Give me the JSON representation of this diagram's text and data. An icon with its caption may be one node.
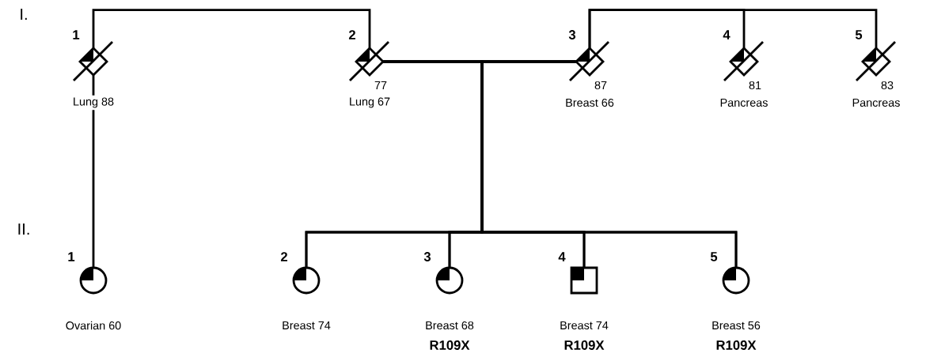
{
  "diagram": {
    "nodes": [
      {
        "text": [],
        "shape": "diamond",
        "beside": [
          "1",
          "Lung  88"
        ]
      },
      {
        "text": [],
        "shape": "diamond",
        "beside": [
          "2",
          "77",
          "Lung  67"
        ]
      },
      {
        "text": [],
        "shape": "diamond",
        "beside": [
          "3",
          "87",
          "Breast  66"
        ]
      },
      {
        "text": [],
        "shape": "diamond",
        "beside": [
          "4",
          "81",
          "Pancreas"
        ]
      },
      {
        "text": [],
        "shape": "diamond",
        "beside": [
          "5",
          "83",
          "Pancreas"
        ]
      },
      {
        "text": [],
        "shape": "circle",
        "beside": [
          "1",
          "Ovarian  60"
        ]
      },
      {
        "text": [],
        "shape": "circle",
        "beside": [
          "2",
          "Breast  74"
        ]
      },
      {
        "text": [],
        "shape": "circle",
        "beside": [
          "3",
          "Breast  68",
          "R109X"
        ]
      },
      {
        "text": [],
        "shape": "box",
        "beside": [
          "4",
          "Breast  74",
          "R109X"
        ]
      },
      {
        "text": [],
        "shape": "circle",
        "beside": [
          "5",
          "Breast  56",
          "R109X"
        ]
      }
    ],
    "edges": [
      {
        "from": 0,
        "to": 1,
        "arrow": "none"
      },
      {
        "from": 2,
        "to": 3,
        "arrow": "none"
      },
      {
        "from": 2,
        "to": 4,
        "arrow": "none"
      },
      {
        "from": 1,
        "to": 2,
        "arrow": "none"
      },
      {
        "from": 0,
        "to": 5,
        "arrow": "none"
      },
      {
        "from": 1,
        "to": 6,
        "arrow": "none"
      },
      {
        "from": 1,
        "to": 7,
        "arrow": "none"
      },
      {
        "from": 1,
        "to": 8,
        "arrow": "none"
      },
      {
        "from": 1,
        "to": 9,
        "arrow": "none"
      },
      {
        "from": 2,
        "to": 6,
        "arrow": "none"
      },
      {
        "from": 2,
        "to": 7,
        "arrow": "none"
      },
      {
        "from": 2,
        "to": 8,
        "arrow": "none"
      },
      {
        "from": 2,
        "to": 9,
        "arrow": "none"
      }
    ],
    "labels": [
      "I.",
      "II."
    ]
  }
}
